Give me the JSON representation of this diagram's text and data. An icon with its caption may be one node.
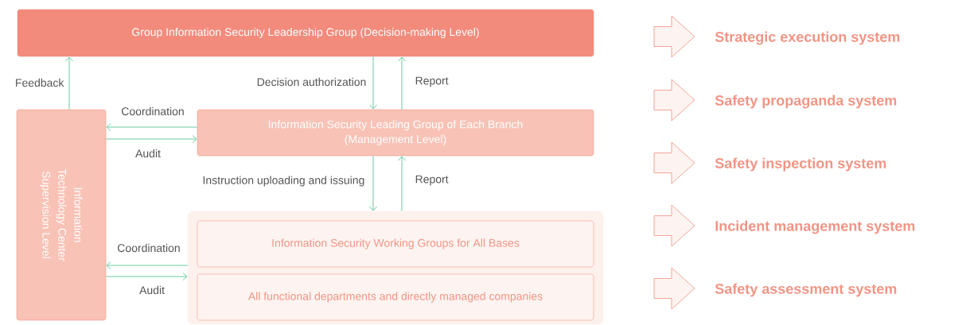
{
  "diagram": {
    "nodes": [
      {
        "text": [
          "Group Information Security Leadership Group (Decision-making Level)"
        ]
      },
      {
        "text": [
          "Information Security Leading Group of Each Branch (Management Level)"
        ]
      },
      {
        "text": [
          "Information Technology Center Supervision Level"
        ]
      },
      {
        "text": [],
        "shape": "box"
      },
      {
        "text": [
          "Information Security Working Groups for All Bases"
        ],
        "in": 3
      },
      {
        "text": [
          "All functional departments and directly managed companies"
        ],
        "in": 3
      }
    ],
    "labels": [
      "Strategic execution system",
      "Safety propaganda system",
      "Safety inspection system",
      "Incident management system",
      "Safety assessment system"
    ],
    "edges": [
      {
        "from": 2,
        "to": 0,
        "arrow": "to",
        "label": "Feedback"
      },
      {
        "from": 0,
        "to": 1,
        "arrow": "to",
        "label": "Decision authorization"
      },
      {
        "from": 1,
        "to": 0,
        "arrow": "to",
        "label": "Report"
      },
      {
        "from": 1,
        "to": 2,
        "arrow": "to",
        "label": "Coordination"
      },
      {
        "from": 2,
        "to": 1,
        "arrow": "to",
        "label": "Audit"
      },
      {
        "from": 1,
        "to": 3,
        "arrow": "to",
        "label": "Instruction uploading and issuing"
      },
      {
        "from": 3,
        "to": 1,
        "arrow": "to",
        "label": "Report"
      },
      {
        "from": 3,
        "to": 2,
        "arrow": "to",
        "label": "Coordination"
      },
      {
        "from": 2,
        "to": 3,
        "arrow": "to",
        "label": "Audit"
      }
    ]
  }
}
